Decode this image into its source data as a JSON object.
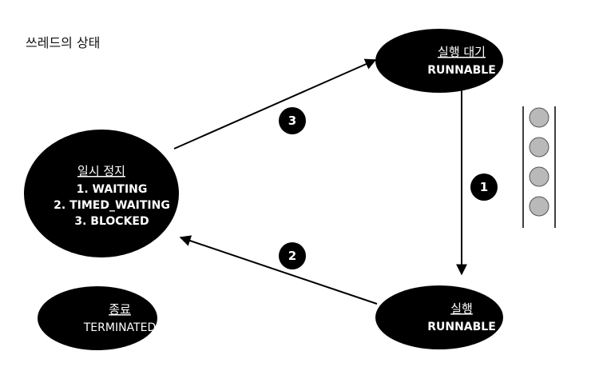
{
  "title": "쓰레드의 상태",
  "nodes": {
    "waiting": {
      "line1": "실행 대기",
      "line2": "RUNNABLE"
    },
    "running": {
      "line1": "실행",
      "line2": "RUNNABLE"
    },
    "paused": {
      "line1": "일시 정지",
      "line2": "1. WAITING",
      "line3": "2. TIMED_WAITING",
      "line4": "3. BLOCKED"
    },
    "terminated": {
      "line1": "종료",
      "line2": "TERMINATED"
    }
  },
  "badges": {
    "b1": "1",
    "b2": "2",
    "b3": "3"
  },
  "queue": {
    "count": 4,
    "fill_color": "#b9b9b9"
  },
  "colors": {
    "node_fill": "#000000",
    "node_text": "#ffffff",
    "background": "#ffffff"
  }
}
